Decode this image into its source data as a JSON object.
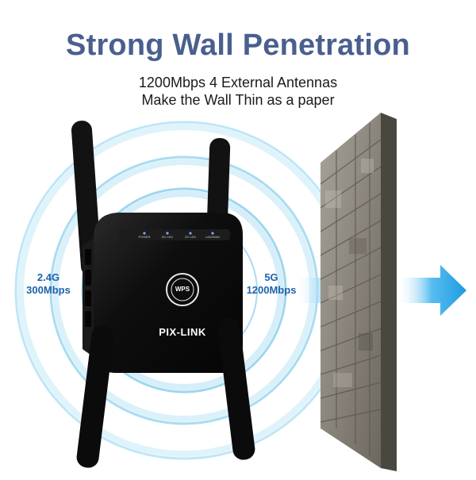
{
  "header": {
    "title": "Strong Wall Penetration",
    "subtitle_line1": "1200Mbps 4 External Antennas",
    "subtitle_line2": "Make the Wall Thin as a paper"
  },
  "bands": {
    "band_24_line1": "2.4G",
    "band_24_line2": "300Mbps",
    "band_5g_line1": "5G",
    "band_5g_line2": "1200Mbps"
  },
  "device": {
    "brand": "PIX-LINK",
    "button_label": "WPS",
    "leds": [
      "POWER",
      "5G LED",
      "2G LED",
      "LAN/WAN"
    ]
  },
  "colors": {
    "title": "#4a5f8f",
    "band_text": "#1f63a8",
    "signal_glow": "#9fd6ef",
    "arrow": "#2fa6e6",
    "device_body": "#111111",
    "wall": "#8e8a82"
  },
  "icons": {
    "signal": "concentric-signal-rings",
    "arrow": "right-arrow-icon",
    "wall": "brick-wall"
  }
}
